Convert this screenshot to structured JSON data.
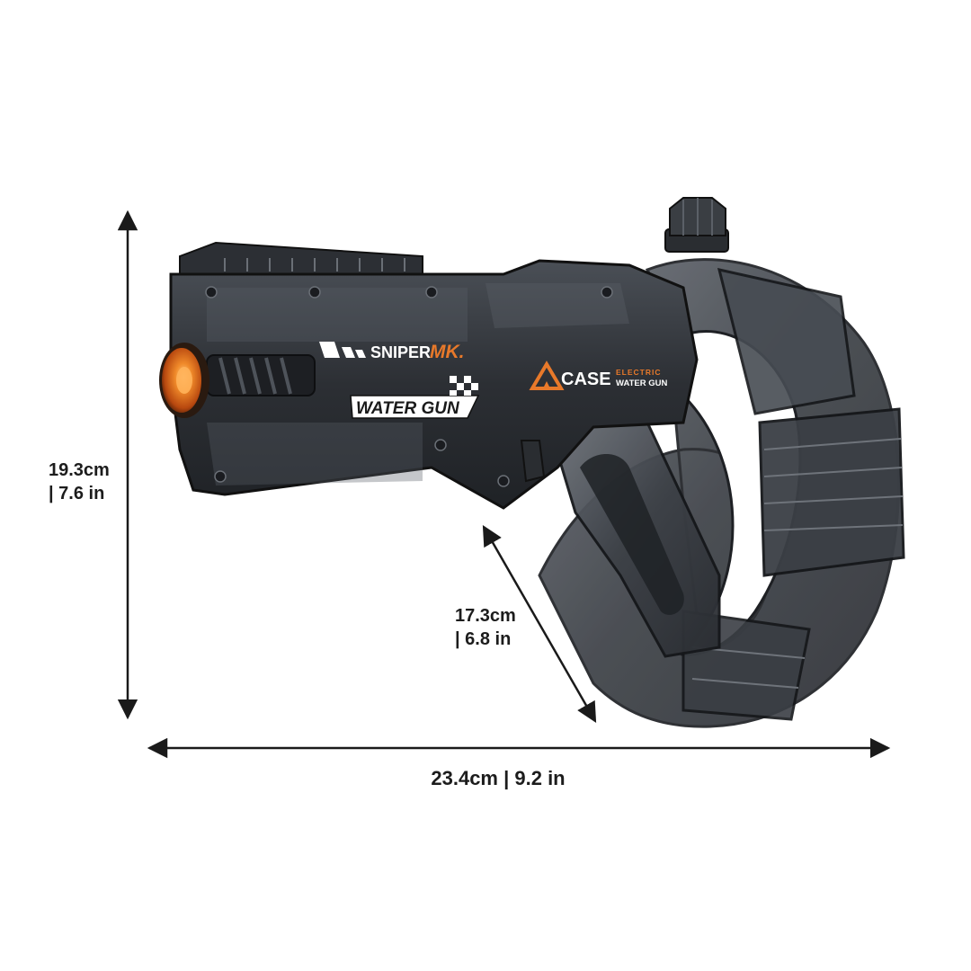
{
  "dimensions": {
    "height": {
      "line1": "19.3cm",
      "line2": "| 7.6 in"
    },
    "depth": {
      "line1": "17.3cm",
      "line2": "| 6.8 in"
    },
    "width": {
      "text": "23.4cm | 9.2 in"
    }
  },
  "product": {
    "decal_sniper": "SNIPER",
    "decal_mk": "MK.",
    "decal_water_gun": "WATER GUN",
    "brand": "CASE",
    "brand_electric": "ELECTRIC",
    "brand_water_gun": "WATER GUN"
  },
  "colors": {
    "body": "#2e3136",
    "body_translucent": "#565b62",
    "accent_orange": "#e8792a",
    "arrow": "#1a1a1a"
  },
  "icons": [
    "up-down-arrow-icon",
    "diagonal-arrow-icon",
    "left-right-arrow-icon",
    "water-gun-image"
  ]
}
